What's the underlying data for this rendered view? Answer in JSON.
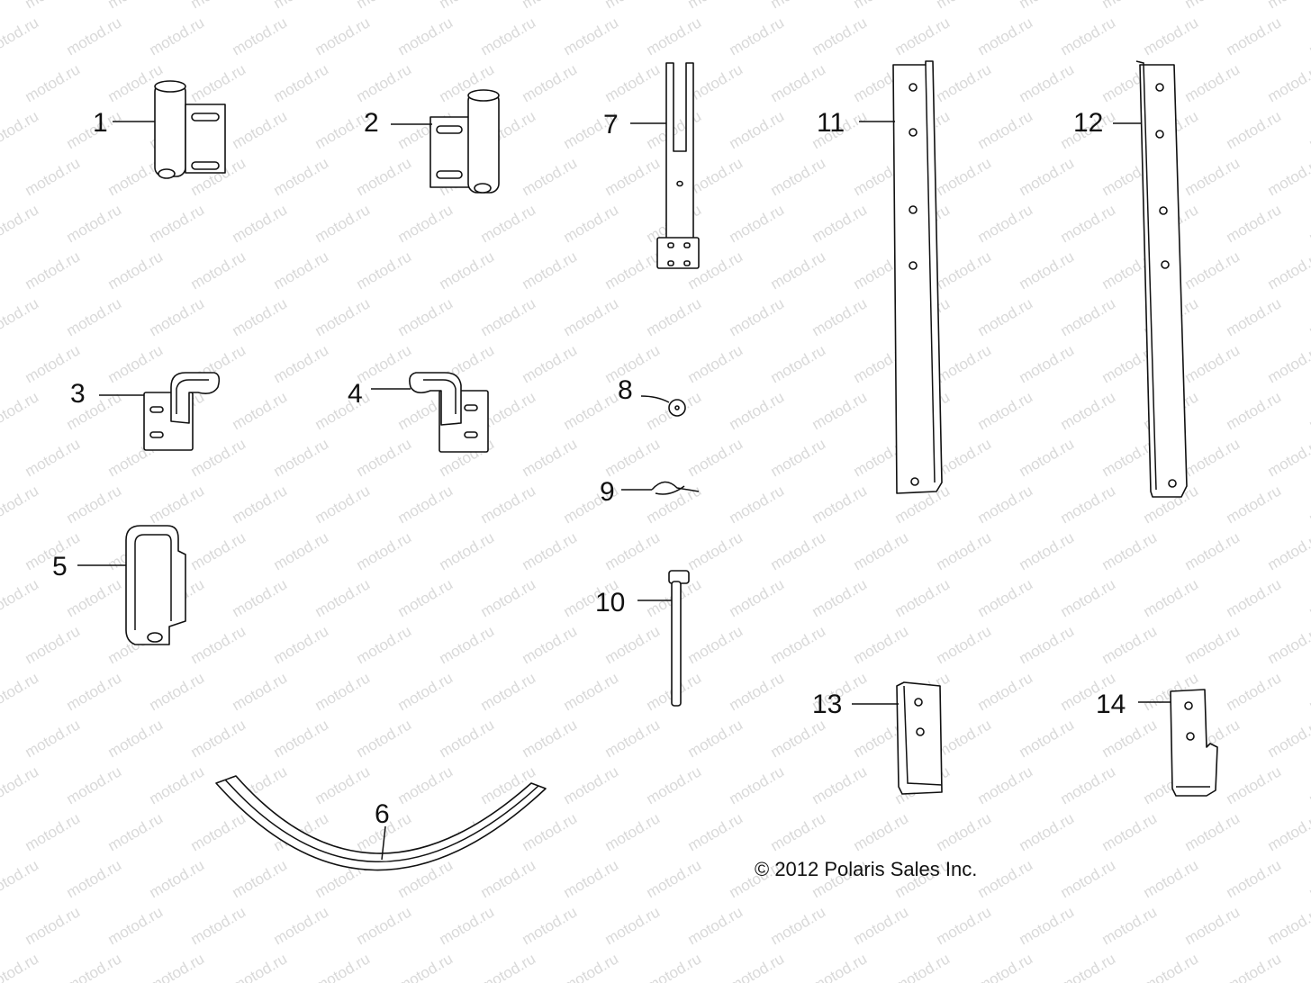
{
  "watermark": "motod.ru",
  "copyright": "© 2012 Polaris Sales Inc.",
  "callouts": [
    "1",
    "2",
    "3",
    "4",
    "5",
    "6",
    "7",
    "8",
    "9",
    "10",
    "11",
    "12",
    "13",
    "14"
  ]
}
